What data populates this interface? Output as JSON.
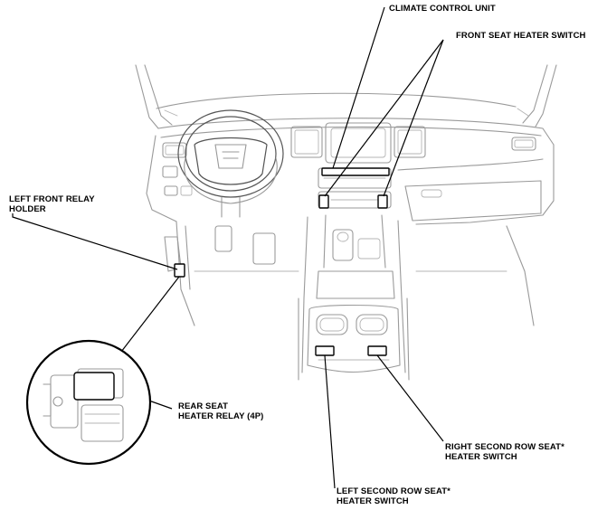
{
  "labels": {
    "climate_control_unit": "CLIMATE CONTROL UNIT",
    "front_seat_heater_switch": "FRONT SEAT HEATER SWITCH",
    "left_front_relay_holder_line1": "LEFT FRONT RELAY",
    "left_front_relay_holder_line2": "HOLDER",
    "rear_seat_heater_relay_line1": "REAR SEAT",
    "rear_seat_heater_relay_line2": "HEATER RELAY (4P)",
    "right_second_row_line1": "RIGHT SECOND ROW SEAT*",
    "right_second_row_line2": "HEATER SWITCH",
    "left_second_row_line1": "LEFT SECOND ROW SEAT*",
    "left_second_row_line2": "HEATER SWITCH"
  }
}
